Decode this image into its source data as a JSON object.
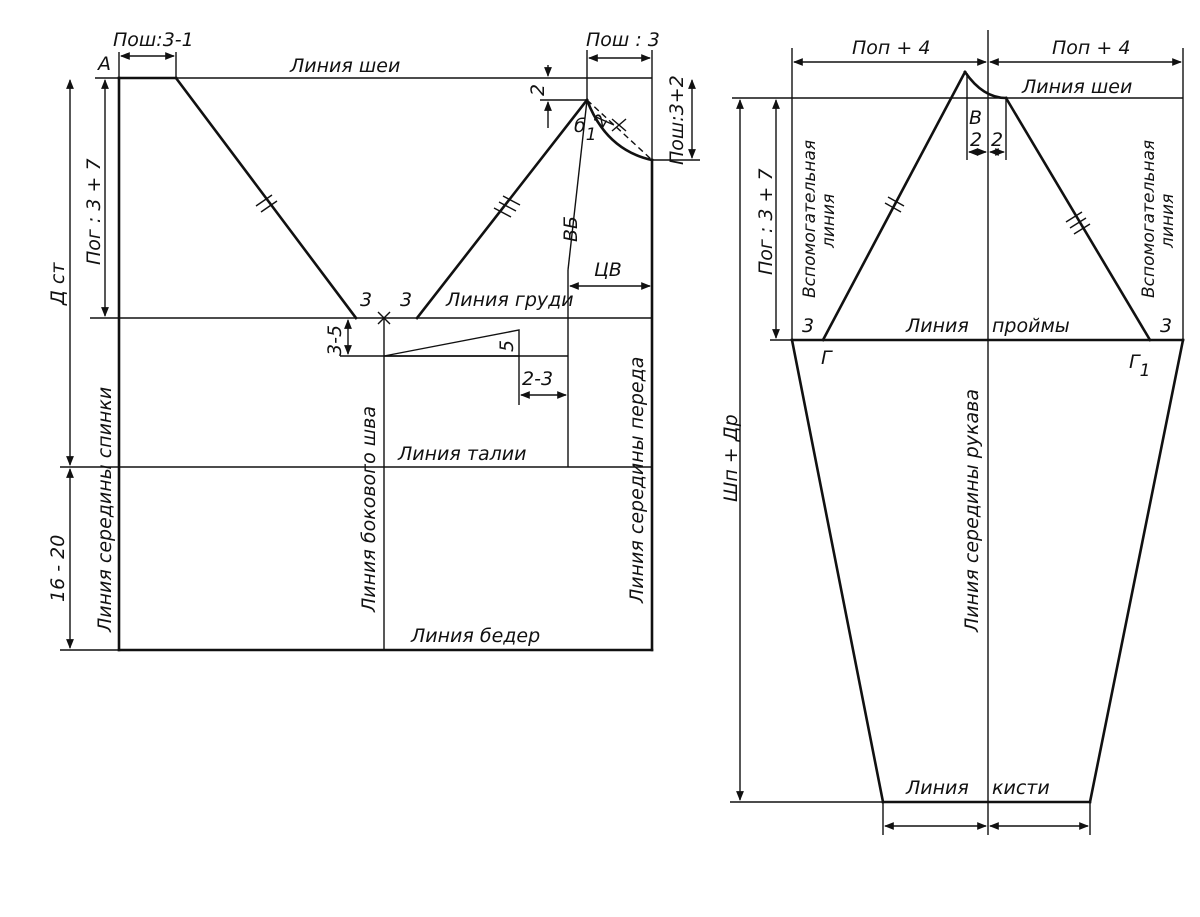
{
  "left": {
    "point_a": "А",
    "pos3m1": "Пош:3-1",
    "neck_line": "Линия шеи",
    "pos3_top": "Пош : 3",
    "dim2": "2",
    "pos3p2": "Пош:3+2",
    "b1_letter": "б",
    "b1_sub": "1",
    "pog3p7": "Пог : 3 + 7",
    "dst": "Д ст",
    "vb": "ВБ",
    "tsv": "ЦВ",
    "chest_line": "Линия груди",
    "three_a": "3",
    "three_b": "3",
    "dim35": "3-5",
    "five": "5",
    "dim23": "2-3",
    "waist_line": "Линия талии",
    "side_seam": "Линия бокового шва",
    "back_center": "Линия середины спинки",
    "front_center": "Линия середины переда",
    "dim1620": "16 - 20",
    "hip_line": "Линия бедер"
  },
  "right": {
    "pop4_left": "Поп + 4",
    "pop4_right": "Поп + 4",
    "neck_line": "Линия шеи",
    "point_v": "В",
    "two_a": "2",
    "two_b": "2",
    "pog3p7": "Пог : 3 + 7",
    "aux_left_1": "Вспомогательная",
    "aux_left_2": "линия",
    "aux_right_1": "Вспомогательная",
    "aux_right_2": "линия",
    "three_left": "3",
    "three_right": "3",
    "armhole_1": "Линия",
    "armhole_2": "проймы",
    "g_letter": "Г",
    "g1_letter": "Г",
    "g1_sub": "1",
    "shp_dr": "Шп + Др",
    "sleeve_center": "Линия середины рукава",
    "wrist_1": "Линия",
    "wrist_2": "кисти"
  }
}
